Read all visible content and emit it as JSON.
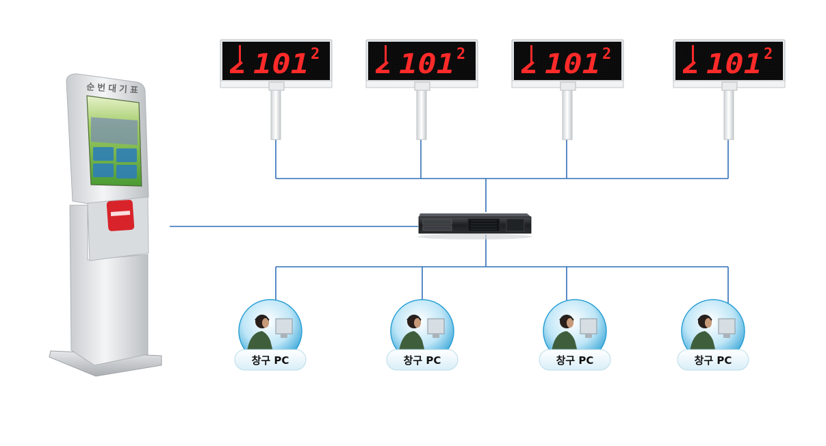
{
  "kiosk": {
    "title": "순번대기표"
  },
  "displays": [
    {
      "number": "101",
      "window": "2"
    },
    {
      "number": "101",
      "window": "2"
    },
    {
      "number": "101",
      "window": "2"
    },
    {
      "number": "101",
      "window": "2"
    }
  ],
  "pcs": [
    {
      "label": "창구 PC"
    },
    {
      "label": "창구 PC"
    },
    {
      "label": "창구 PC"
    },
    {
      "label": "창구 PC"
    }
  ],
  "colors": {
    "connector": "#2f6eb5",
    "led": "#ff2a2a",
    "kiosk_screen": "#3a9b3a"
  }
}
